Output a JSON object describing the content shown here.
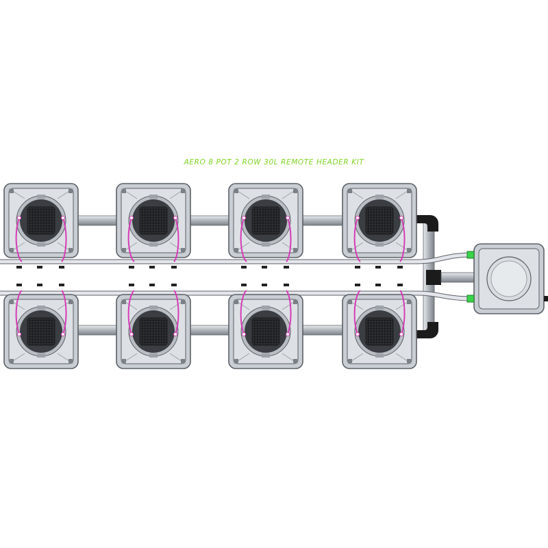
{
  "title": "AERO 8 POT 2 ROW 30L REMOTE HEADER KIT",
  "colors": {
    "title": "#7ed321",
    "pot_outer": "#c9ced4",
    "pot_inner": "#dde1e5",
    "pot_edge": "#5c6066",
    "lid_dark": "#3a3d41",
    "mesh": "#1e1f21",
    "pipe_light": "#c6cbd0",
    "pipe_dark": "#8e9399",
    "feed_hose": "#e4e6ec",
    "drip_line": "#d63cb7",
    "fitting_green": "#39d34a",
    "elbow_black": "#1b1b1b"
  },
  "layout": {
    "rows": 2,
    "pots_per_row": 4,
    "header_tank": 1
  }
}
